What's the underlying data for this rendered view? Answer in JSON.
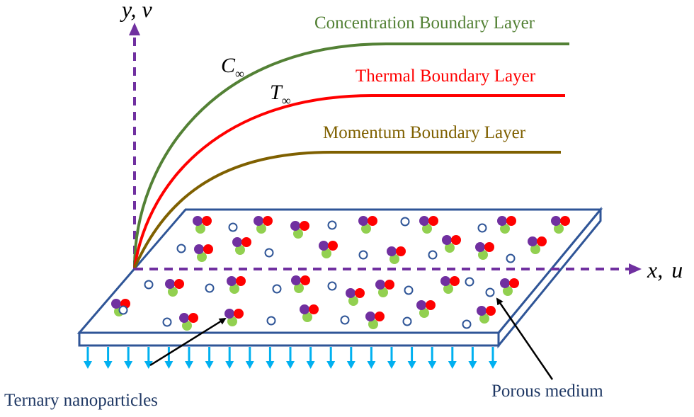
{
  "axes": {
    "y_label": "y, v",
    "x_label_main": "x,",
    "x_label_var": "u"
  },
  "curves": {
    "concentration": {
      "label": "Concentration Boundary Layer",
      "color": "#538135"
    },
    "thermal": {
      "label": "Thermal Boundary Layer",
      "color": "#ff0000"
    },
    "momentum": {
      "label": "Momentum Boundary Layer",
      "color": "#7f6000"
    }
  },
  "free_stream": {
    "concentration_symbol": "C",
    "temperature_symbol": "T",
    "infinity_symbol": "∞"
  },
  "annotations": {
    "nanoparticles_label": "Ternary nanoparticles",
    "porous_label": "Porous medium"
  },
  "colors": {
    "axis": "#7030a0",
    "plate_edge": "#2f5597",
    "plate_fill": "#ffffff",
    "suction_arrows": "#00b0f0",
    "particle_purple": "#7030a0",
    "particle_red": "#ff0000",
    "particle_green": "#92d050",
    "pore_ring": "#2f5597"
  }
}
